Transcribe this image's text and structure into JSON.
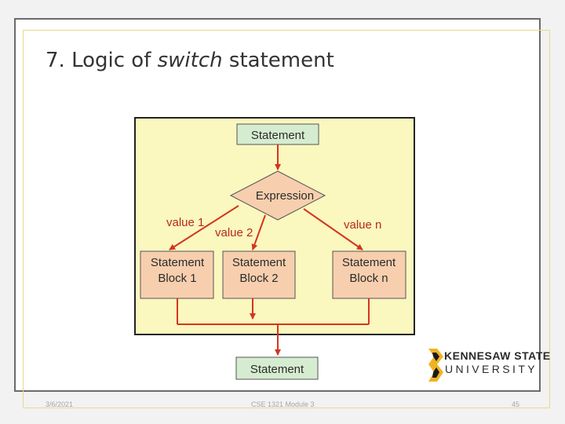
{
  "slide": {
    "title_prefix": "7. Logic of ",
    "title_italic": "switch",
    "title_suffix": " statement"
  },
  "flowchart": {
    "top_statement": "Statement",
    "expression": "Expression",
    "edges": {
      "value_1": "value 1",
      "value_2": "value 2",
      "value_n": "value n"
    },
    "blocks": [
      {
        "line1": "Statement",
        "line2": "Block 1"
      },
      {
        "line1": "Statement",
        "line2": "Block 2"
      },
      {
        "line1": "Statement",
        "line2": "Block n"
      }
    ],
    "bottom_statement": "Statement"
  },
  "colors": {
    "diagram_background": "#faf7bf",
    "statement_box": "#d6ecd0",
    "expression_diamond": "#f7cfae",
    "block_box": "#f7cfae",
    "arrow": "#d4351f",
    "frame_accent": "#e8d98a"
  },
  "footer": {
    "date": "3/6/2021",
    "course": "CSE 1321 Module 3",
    "page": "45"
  },
  "logo": {
    "name": "KENNESAW STATE",
    "sub": "UNIVERSITY"
  }
}
